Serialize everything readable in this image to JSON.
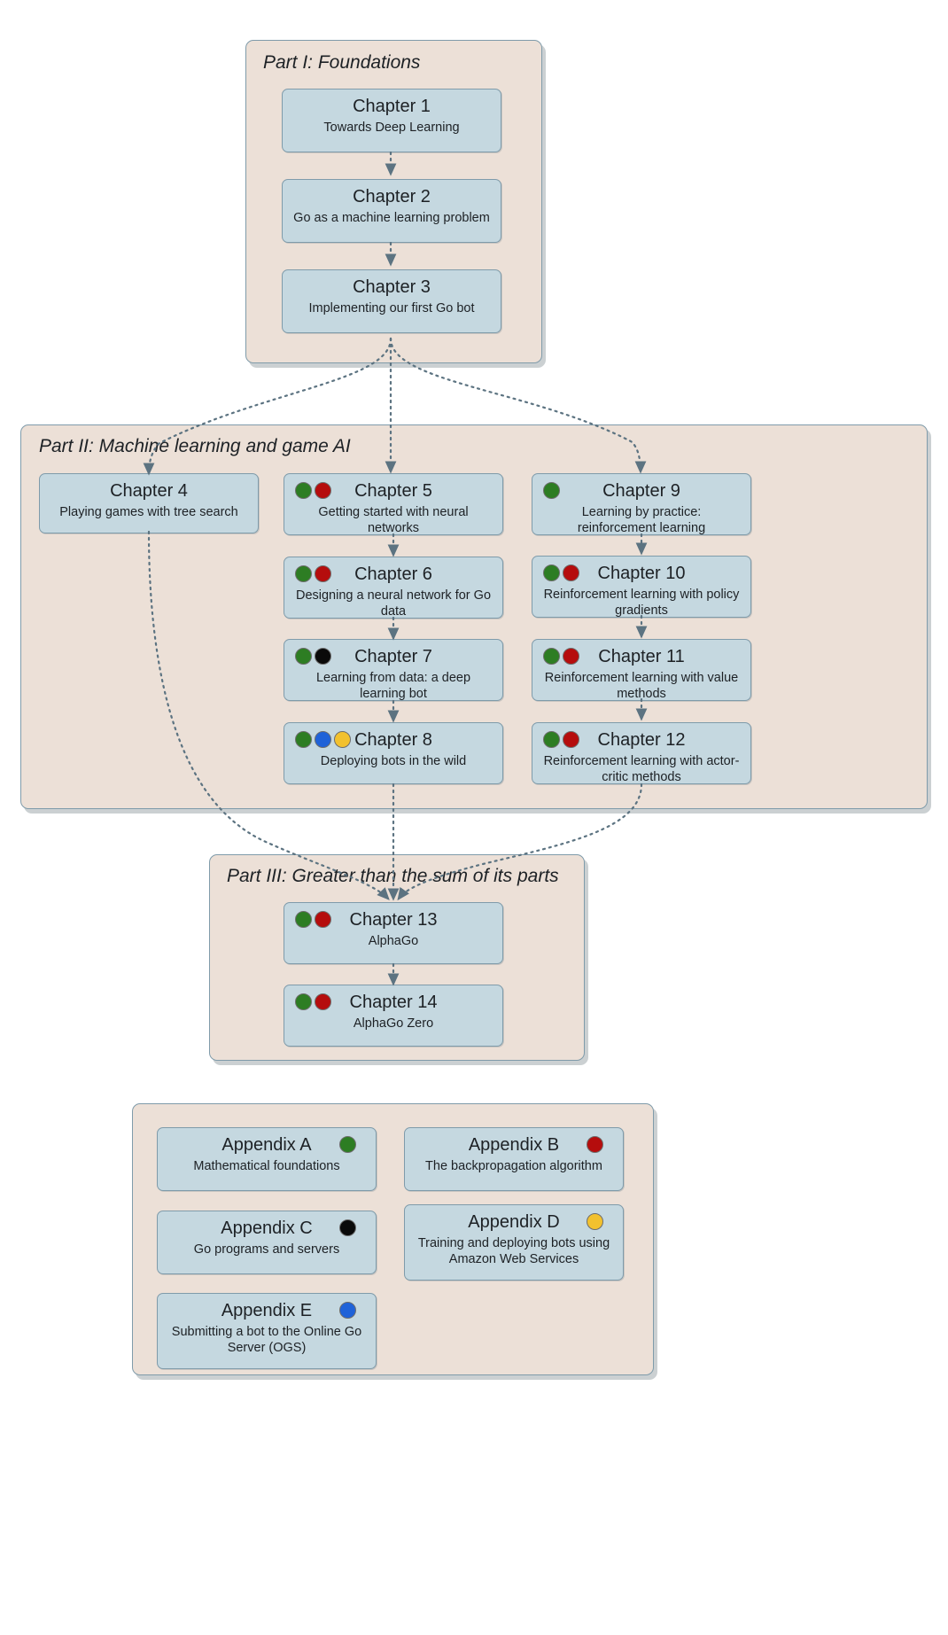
{
  "diagram": {
    "type": "flowchart",
    "legend_colors": {
      "green": "#2d7d23",
      "red": "#b50d0d",
      "black": "#0a0a0a",
      "yellow": "#f2c12e",
      "blue": "#1f62d8"
    }
  },
  "parts": [
    {
      "id": "part1",
      "title": "Part I: Foundations",
      "chapters": [
        {
          "title": "Chapter 1",
          "subtitle": "Towards Deep Learning",
          "dots": []
        },
        {
          "title": "Chapter 2",
          "subtitle": "Go as a machine learning problem",
          "dots": []
        },
        {
          "title": "Chapter 3",
          "subtitle": "Implementing our first Go bot",
          "dots": []
        }
      ]
    },
    {
      "id": "part2",
      "title": "Part II: Machine learning and game AI",
      "chapters": [
        {
          "title": "Chapter 4",
          "subtitle": "Playing games with tree search",
          "dots": []
        },
        {
          "title": "Chapter 5",
          "subtitle": "Getting started with neural networks",
          "dots": [
            "green",
            "red"
          ]
        },
        {
          "title": "Chapter 6",
          "subtitle": "Designing a neural network for Go data",
          "dots": [
            "green",
            "red"
          ]
        },
        {
          "title": "Chapter 7",
          "subtitle": "Learning from data: a deep learning bot",
          "dots": [
            "green",
            "black"
          ]
        },
        {
          "title": "Chapter 8",
          "subtitle": "Deploying bots in the wild",
          "dots": [
            "green",
            "blue",
            "yellow"
          ]
        },
        {
          "title": "Chapter 9",
          "subtitle": "Learning by practice: reinforcement learning",
          "dots": [
            "green"
          ]
        },
        {
          "title": "Chapter 10",
          "subtitle": "Reinforcement learning with policy gradients",
          "dots": [
            "green",
            "red"
          ]
        },
        {
          "title": "Chapter 11",
          "subtitle": "Reinforcement learning with value methods",
          "dots": [
            "green",
            "red"
          ]
        },
        {
          "title": "Chapter 12",
          "subtitle": "Reinforcement learning with actor-critic methods",
          "dots": [
            "green",
            "red"
          ]
        }
      ]
    },
    {
      "id": "part3",
      "title": "Part III: Greater than the sum of its parts",
      "chapters": [
        {
          "title": "Chapter 13",
          "subtitle": "AlphaGo",
          "dots": [
            "green",
            "red"
          ]
        },
        {
          "title": "Chapter 14",
          "subtitle": "AlphaGo Zero",
          "dots": [
            "green",
            "red"
          ]
        }
      ]
    },
    {
      "id": "appendices",
      "title": "",
      "chapters": [
        {
          "title": "Appendix A",
          "subtitle": "Mathematical foundations",
          "dots": [
            "green"
          ]
        },
        {
          "title": "Appendix B",
          "subtitle": "The backpropagation algorithm",
          "dots": [
            "red"
          ]
        },
        {
          "title": "Appendix C",
          "subtitle": "Go programs and servers",
          "dots": [
            "black"
          ]
        },
        {
          "title": "Appendix D",
          "subtitle": "Training and deploying bots using Amazon Web Services",
          "dots": [
            "yellow"
          ]
        },
        {
          "title": "Appendix E",
          "subtitle": "Submitting a bot to the Online Go Server (OGS)",
          "dots": [
            "blue"
          ]
        }
      ]
    }
  ]
}
